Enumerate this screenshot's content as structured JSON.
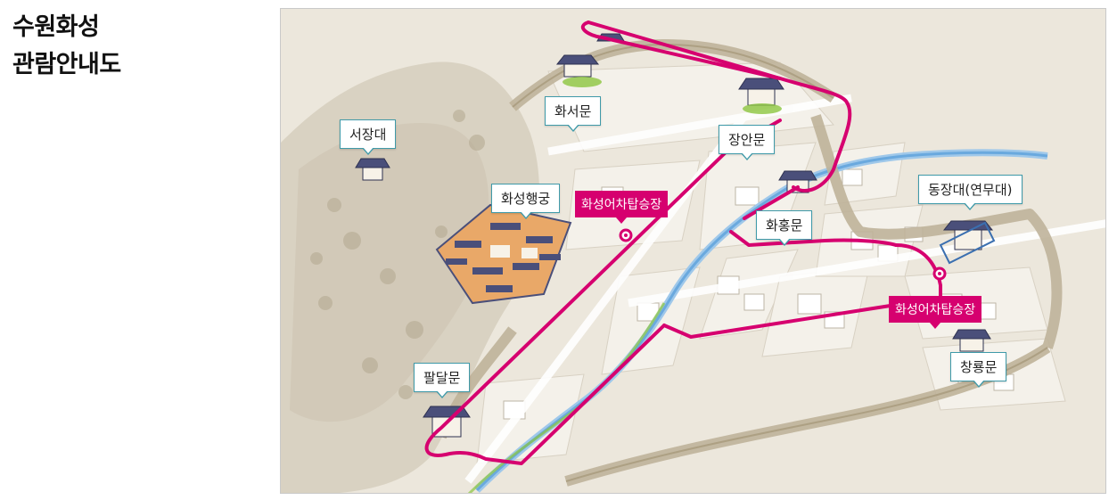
{
  "page_title_line1": "수원화성",
  "page_title_line2": "관람안내도",
  "landmarks": {
    "hwaseomun": "화서문",
    "seojangdae": "서장대",
    "jangganmun": "장안문",
    "hwaseong_haenggung": "화성행궁",
    "hwahongmun": "화홍문",
    "dongjangdae": "동장대(연무대)",
    "paldalmun": "팔달문",
    "changnyongmun": "창룡문"
  },
  "stations": {
    "north": "화성어차탑승장",
    "east": "화성어차탑승장"
  },
  "colors": {
    "route": "#d6006f",
    "stream": "#7fb9e6",
    "greenery": "#8cc63f",
    "callout_border": "#3f9aa9",
    "palace_roof": "#4a4f7a"
  }
}
